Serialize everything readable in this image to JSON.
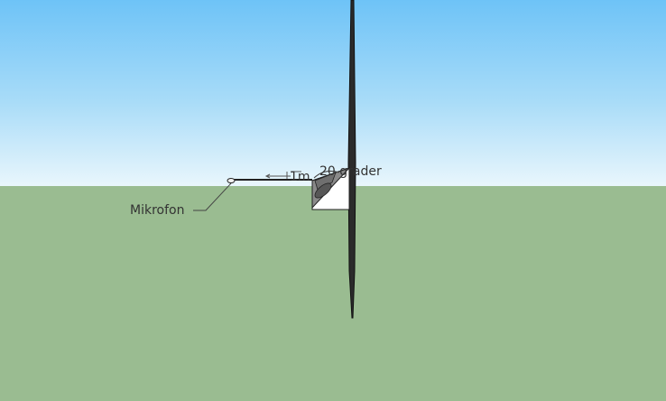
{
  "viewport": {
    "sky_color_top": "#6ec3f7",
    "sky_color_bottom": "#e9f6fc",
    "ground_color": "#9abc91"
  },
  "model": {
    "components": [
      "wall",
      "loudspeaker",
      "microphone",
      "cable"
    ]
  },
  "labels": {
    "microphone": "Mikrofon",
    "distance": "1m",
    "angle": "20 grader"
  }
}
